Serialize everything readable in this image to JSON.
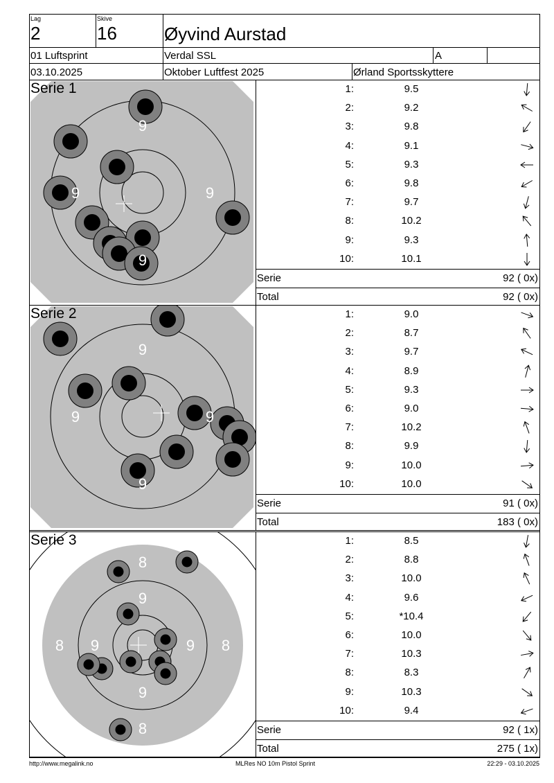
{
  "header": {
    "lag_label": "Lag",
    "lag": "2",
    "skive_label": "Skive",
    "skive": "16",
    "name": "Øyvind Aurstad",
    "event": "01 Luftsprint",
    "club": "Verdal SSL",
    "class": "A",
    "class_extra": "",
    "date": "03.10.2025",
    "competition": "Oktober Luftfest 2025",
    "organizer": "Ørland Sportsskyttere"
  },
  "series": [
    {
      "title": "Serie 1",
      "ring_labels": [
        "9",
        "9",
        "9",
        "9"
      ],
      "shots": [
        {
          "n": "1:",
          "v": "9.5",
          "dir": 95
        },
        {
          "n": "2:",
          "v": "9.2",
          "dir": 210
        },
        {
          "n": "3:",
          "v": "9.8",
          "dir": 125
        },
        {
          "n": "4:",
          "v": "9.1",
          "dir": 15
        },
        {
          "n": "5:",
          "v": "9.3",
          "dir": 180
        },
        {
          "n": "6:",
          "v": "9.8",
          "dir": 150
        },
        {
          "n": "7:",
          "v": "9.7",
          "dir": 105
        },
        {
          "n": "8:",
          "v": "10.2",
          "dir": 230
        },
        {
          "n": "9:",
          "v": "9.3",
          "dir": 265
        },
        {
          "n": "10:",
          "v": "10.1",
          "dir": 90
        }
      ],
      "serie_label": "Serie",
      "serie_score": "92 ( 0x)",
      "total_label": "Total",
      "total_score": "92 ( 0x)"
    },
    {
      "title": "Serie 2",
      "ring_labels": [
        "9",
        "9",
        "9",
        "9"
      ],
      "shots": [
        {
          "n": "1:",
          "v": "9.0",
          "dir": 20
        },
        {
          "n": "2:",
          "v": "8.7",
          "dir": 235
        },
        {
          "n": "3:",
          "v": "9.7",
          "dir": 205
        },
        {
          "n": "4:",
          "v": "8.9",
          "dir": 285
        },
        {
          "n": "5:",
          "v": "9.3",
          "dir": 0
        },
        {
          "n": "6:",
          "v": "9.0",
          "dir": 5
        },
        {
          "n": "7:",
          "v": "10.2",
          "dir": 250
        },
        {
          "n": "8:",
          "v": "9.9",
          "dir": 95
        },
        {
          "n": "9:",
          "v": "10.0",
          "dir": -5
        },
        {
          "n": "10:",
          "v": "10.0",
          "dir": 35
        }
      ],
      "serie_label": "Serie",
      "serie_score": "91 ( 0x)",
      "total_label": "Total",
      "total_score": "183 ( 0x)"
    },
    {
      "title": "Serie 3",
      "ring_labels": [
        "8",
        "8",
        "8",
        "8",
        "9",
        "9",
        "9",
        "9"
      ],
      "shots": [
        {
          "n": "1:",
          "v": "8.5",
          "dir": 100
        },
        {
          "n": "2:",
          "v": "8.8",
          "dir": 250
        },
        {
          "n": "3:",
          "v": "10.0",
          "dir": 245
        },
        {
          "n": "4:",
          "v": "9.6",
          "dir": 155
        },
        {
          "n": "5:",
          "v": "*10.4",
          "dir": 130
        },
        {
          "n": "6:",
          "v": "10.0",
          "dir": 50
        },
        {
          "n": "7:",
          "v": "10.3",
          "dir": -10
        },
        {
          "n": "8:",
          "v": "8.3",
          "dir": -60
        },
        {
          "n": "9:",
          "v": "10.3",
          "dir": 35
        },
        {
          "n": "10:",
          "v": "9.4",
          "dir": 160
        }
      ],
      "serie_label": "Serie",
      "serie_score": "92 ( 1x)",
      "total_label": "Total",
      "total_score": "275 ( 1x)"
    }
  ],
  "footer": {
    "url": "http://www.megalink.no",
    "software": "MLRes NO  10m Pistol Sprint",
    "timestamp": "22:29 - 03.10.2025"
  }
}
